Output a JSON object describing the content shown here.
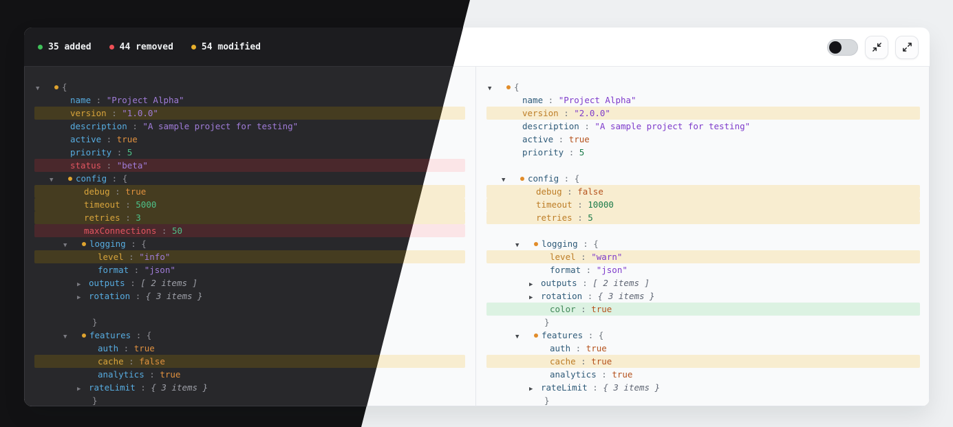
{
  "header": {
    "badges": [
      {
        "id": "added",
        "label": "35 added",
        "count": 35,
        "dot_color": "#3fc159"
      },
      {
        "id": "removed",
        "label": "44 removed",
        "count": 44,
        "dot_color": "#ef5056"
      },
      {
        "id": "modified",
        "label": "54 modified",
        "count": 54,
        "dot_color": "#e8b02c"
      }
    ],
    "theme_toggle": {
      "state": "off"
    },
    "buttons": [
      {
        "id": "collapse-all",
        "icon": "collapse-icon"
      },
      {
        "id": "expand-all",
        "icon": "expand-icon"
      }
    ]
  },
  "status_colors": {
    "added": "#3fc159",
    "removed": "#ef5056",
    "modified": "#e8b02c"
  },
  "diff": {
    "left_rows": [
      {
        "kind": "open",
        "indent": 0,
        "key": null,
        "value": "{",
        "vtype": "brace",
        "status": "normal"
      },
      {
        "kind": "scalar",
        "indent": 1,
        "key": "name",
        "value": "\"Project Alpha\"",
        "vtype": "string",
        "status": "normal"
      },
      {
        "kind": "scalar",
        "indent": 1,
        "key": "version",
        "value": "\"1.0.0\"",
        "vtype": "string",
        "status": "modified"
      },
      {
        "kind": "scalar",
        "indent": 1,
        "key": "description",
        "value": "\"A sample project for testing\"",
        "vtype": "string",
        "status": "normal"
      },
      {
        "kind": "scalar",
        "indent": 1,
        "key": "active",
        "value": "true",
        "vtype": "bool",
        "status": "normal"
      },
      {
        "kind": "scalar",
        "indent": 1,
        "key": "priority",
        "value": "5",
        "vtype": "number",
        "status": "normal"
      },
      {
        "kind": "scalar",
        "indent": 1,
        "key": "status",
        "value": "\"beta\"",
        "vtype": "string",
        "status": "removed"
      },
      {
        "kind": "open",
        "indent": 1,
        "key": "config",
        "value": "{",
        "vtype": "brace",
        "status": "normal"
      },
      {
        "kind": "scalar",
        "indent": 2,
        "key": "debug",
        "value": "true",
        "vtype": "bool",
        "status": "modified"
      },
      {
        "kind": "scalar",
        "indent": 2,
        "key": "timeout",
        "value": "5000",
        "vtype": "number",
        "status": "modified"
      },
      {
        "kind": "scalar",
        "indent": 2,
        "key": "retries",
        "value": "3",
        "vtype": "number",
        "status": "modified"
      },
      {
        "kind": "scalar",
        "indent": 2,
        "key": "maxConnections",
        "value": "50",
        "vtype": "number",
        "status": "removed"
      },
      {
        "kind": "open",
        "indent": 2,
        "key": "logging",
        "value": "{",
        "vtype": "brace",
        "status": "normal"
      },
      {
        "kind": "scalar",
        "indent": 3,
        "key": "level",
        "value": "\"info\"",
        "vtype": "string",
        "status": "modified"
      },
      {
        "kind": "scalar",
        "indent": 3,
        "key": "format",
        "value": "\"json\"",
        "vtype": "string",
        "status": "normal"
      },
      {
        "kind": "collapsed",
        "indent": 3,
        "key": "outputs",
        "value": "[ 2 items ]",
        "vtype": "items",
        "status": "normal"
      },
      {
        "kind": "collapsed",
        "indent": 3,
        "key": "rotation",
        "value": "{ 3 items }",
        "vtype": "items",
        "status": "normal"
      },
      {
        "kind": "gap",
        "indent": 0,
        "key": null,
        "value": null,
        "vtype": null,
        "status": "gap"
      },
      {
        "kind": "close",
        "indent": 3,
        "key": null,
        "value": "}",
        "vtype": "brace",
        "status": "normal"
      },
      {
        "kind": "open",
        "indent": 2,
        "key": "features",
        "value": "{",
        "vtype": "brace",
        "status": "normal"
      },
      {
        "kind": "scalar",
        "indent": 3,
        "key": "auth",
        "value": "true",
        "vtype": "bool",
        "status": "normal"
      },
      {
        "kind": "scalar",
        "indent": 3,
        "key": "cache",
        "value": "false",
        "vtype": "bool",
        "status": "modified"
      },
      {
        "kind": "scalar",
        "indent": 3,
        "key": "analytics",
        "value": "true",
        "vtype": "bool",
        "status": "normal"
      },
      {
        "kind": "collapsed",
        "indent": 3,
        "key": "rateLimit",
        "value": "{ 3 items }",
        "vtype": "items",
        "status": "normal"
      },
      {
        "kind": "close",
        "indent": 3,
        "key": null,
        "value": "}",
        "vtype": "brace",
        "status": "normal"
      }
    ],
    "right_rows": [
      {
        "kind": "open",
        "indent": 0,
        "key": null,
        "value": "{",
        "vtype": "brace",
        "status": "normal"
      },
      {
        "kind": "scalar",
        "indent": 1,
        "key": "name",
        "value": "\"Project Alpha\"",
        "vtype": "string",
        "status": "normal"
      },
      {
        "kind": "scalar",
        "indent": 1,
        "key": "version",
        "value": "\"2.0.0\"",
        "vtype": "string",
        "status": "modified"
      },
      {
        "kind": "scalar",
        "indent": 1,
        "key": "description",
        "value": "\"A sample project for testing\"",
        "vtype": "string",
        "status": "normal"
      },
      {
        "kind": "scalar",
        "indent": 1,
        "key": "active",
        "value": "true",
        "vtype": "bool",
        "status": "normal"
      },
      {
        "kind": "scalar",
        "indent": 1,
        "key": "priority",
        "value": "5",
        "vtype": "number",
        "status": "normal"
      },
      {
        "kind": "gap",
        "indent": 0,
        "key": null,
        "value": null,
        "vtype": null,
        "status": "gap"
      },
      {
        "kind": "open",
        "indent": 1,
        "key": "config",
        "value": "{",
        "vtype": "brace",
        "status": "normal"
      },
      {
        "kind": "scalar",
        "indent": 2,
        "key": "debug",
        "value": "false",
        "vtype": "bool",
        "status": "modified"
      },
      {
        "kind": "scalar",
        "indent": 2,
        "key": "timeout",
        "value": "10000",
        "vtype": "number",
        "status": "modified"
      },
      {
        "kind": "scalar",
        "indent": 2,
        "key": "retries",
        "value": "5",
        "vtype": "number",
        "status": "modified"
      },
      {
        "kind": "gap",
        "indent": 0,
        "key": null,
        "value": null,
        "vtype": null,
        "status": "gap"
      },
      {
        "kind": "open",
        "indent": 2,
        "key": "logging",
        "value": "{",
        "vtype": "brace",
        "status": "normal"
      },
      {
        "kind": "scalar",
        "indent": 3,
        "key": "level",
        "value": "\"warn\"",
        "vtype": "string",
        "status": "modified"
      },
      {
        "kind": "scalar",
        "indent": 3,
        "key": "format",
        "value": "\"json\"",
        "vtype": "string",
        "status": "normal"
      },
      {
        "kind": "collapsed",
        "indent": 3,
        "key": "outputs",
        "value": "[ 2 items ]",
        "vtype": "items",
        "status": "normal"
      },
      {
        "kind": "collapsed",
        "indent": 3,
        "key": "rotation",
        "value": "{ 3 items }",
        "vtype": "items",
        "status": "normal"
      },
      {
        "kind": "scalar",
        "indent": 3,
        "key": "color",
        "value": "true",
        "vtype": "bool",
        "status": "added"
      },
      {
        "kind": "close",
        "indent": 3,
        "key": null,
        "value": "}",
        "vtype": "brace",
        "status": "normal"
      },
      {
        "kind": "open",
        "indent": 2,
        "key": "features",
        "value": "{",
        "vtype": "brace",
        "status": "normal"
      },
      {
        "kind": "scalar",
        "indent": 3,
        "key": "auth",
        "value": "true",
        "vtype": "bool",
        "status": "normal"
      },
      {
        "kind": "scalar",
        "indent": 3,
        "key": "cache",
        "value": "true",
        "vtype": "bool",
        "status": "modified"
      },
      {
        "kind": "scalar",
        "indent": 3,
        "key": "analytics",
        "value": "true",
        "vtype": "bool",
        "status": "normal"
      },
      {
        "kind": "collapsed",
        "indent": 3,
        "key": "rateLimit",
        "value": "{ 3 items }",
        "vtype": "items",
        "status": "normal"
      },
      {
        "kind": "close",
        "indent": 3,
        "key": null,
        "value": "}",
        "vtype": "brace",
        "status": "normal"
      }
    ]
  }
}
